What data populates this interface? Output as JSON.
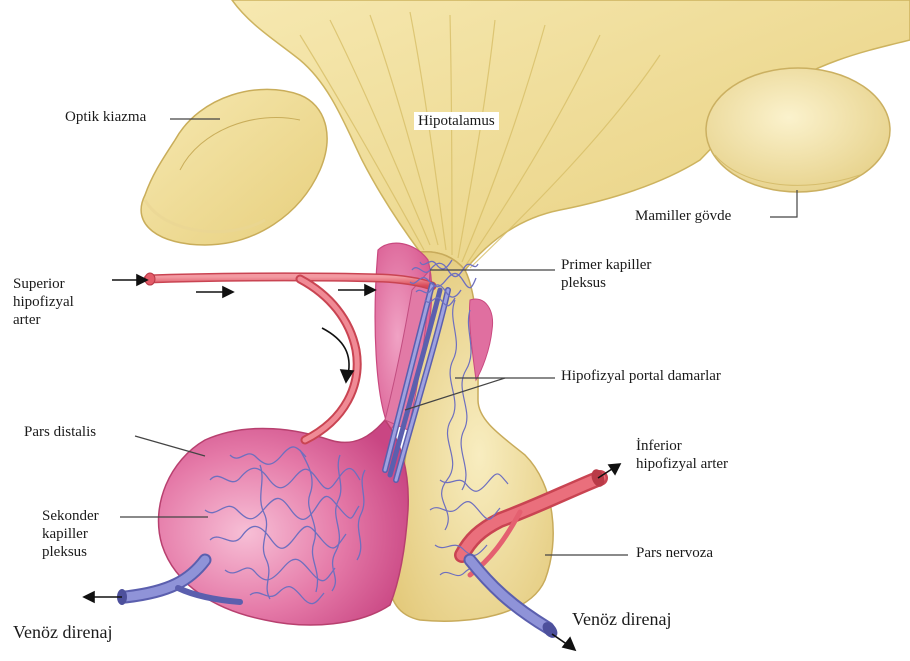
{
  "labels": {
    "optic_chiasm": "Optik kiazma",
    "hypothalamus": "Hipotalamus",
    "mammillary_body": "Mamiller gövde",
    "superior_artery": "Superior\nhipofizyal\narter",
    "primary_plexus": "Primer kapiller\npleksus",
    "portal_vessels": "Hipofizyal portal damarlar",
    "pars_distalis": "Pars distalis",
    "inferior_artery": "İnferior\nhipofizyal arter",
    "secondary_plexus": "Sekonder\nkapiller\npleksus",
    "pars_nervosa": "Pars nervoza",
    "venous_left": "Venöz direnaj",
    "venous_right": "Venöz direnaj"
  },
  "colors": {
    "neural_tissue": "#f3e3a3",
    "neural_shadow": "#d9c36f",
    "adenohypophysis": "#e0679b",
    "adenohypophysis_light": "#f2a6c6",
    "artery": "#e8606c",
    "vein": "#7b7fc9",
    "leader_line": "#555555"
  }
}
